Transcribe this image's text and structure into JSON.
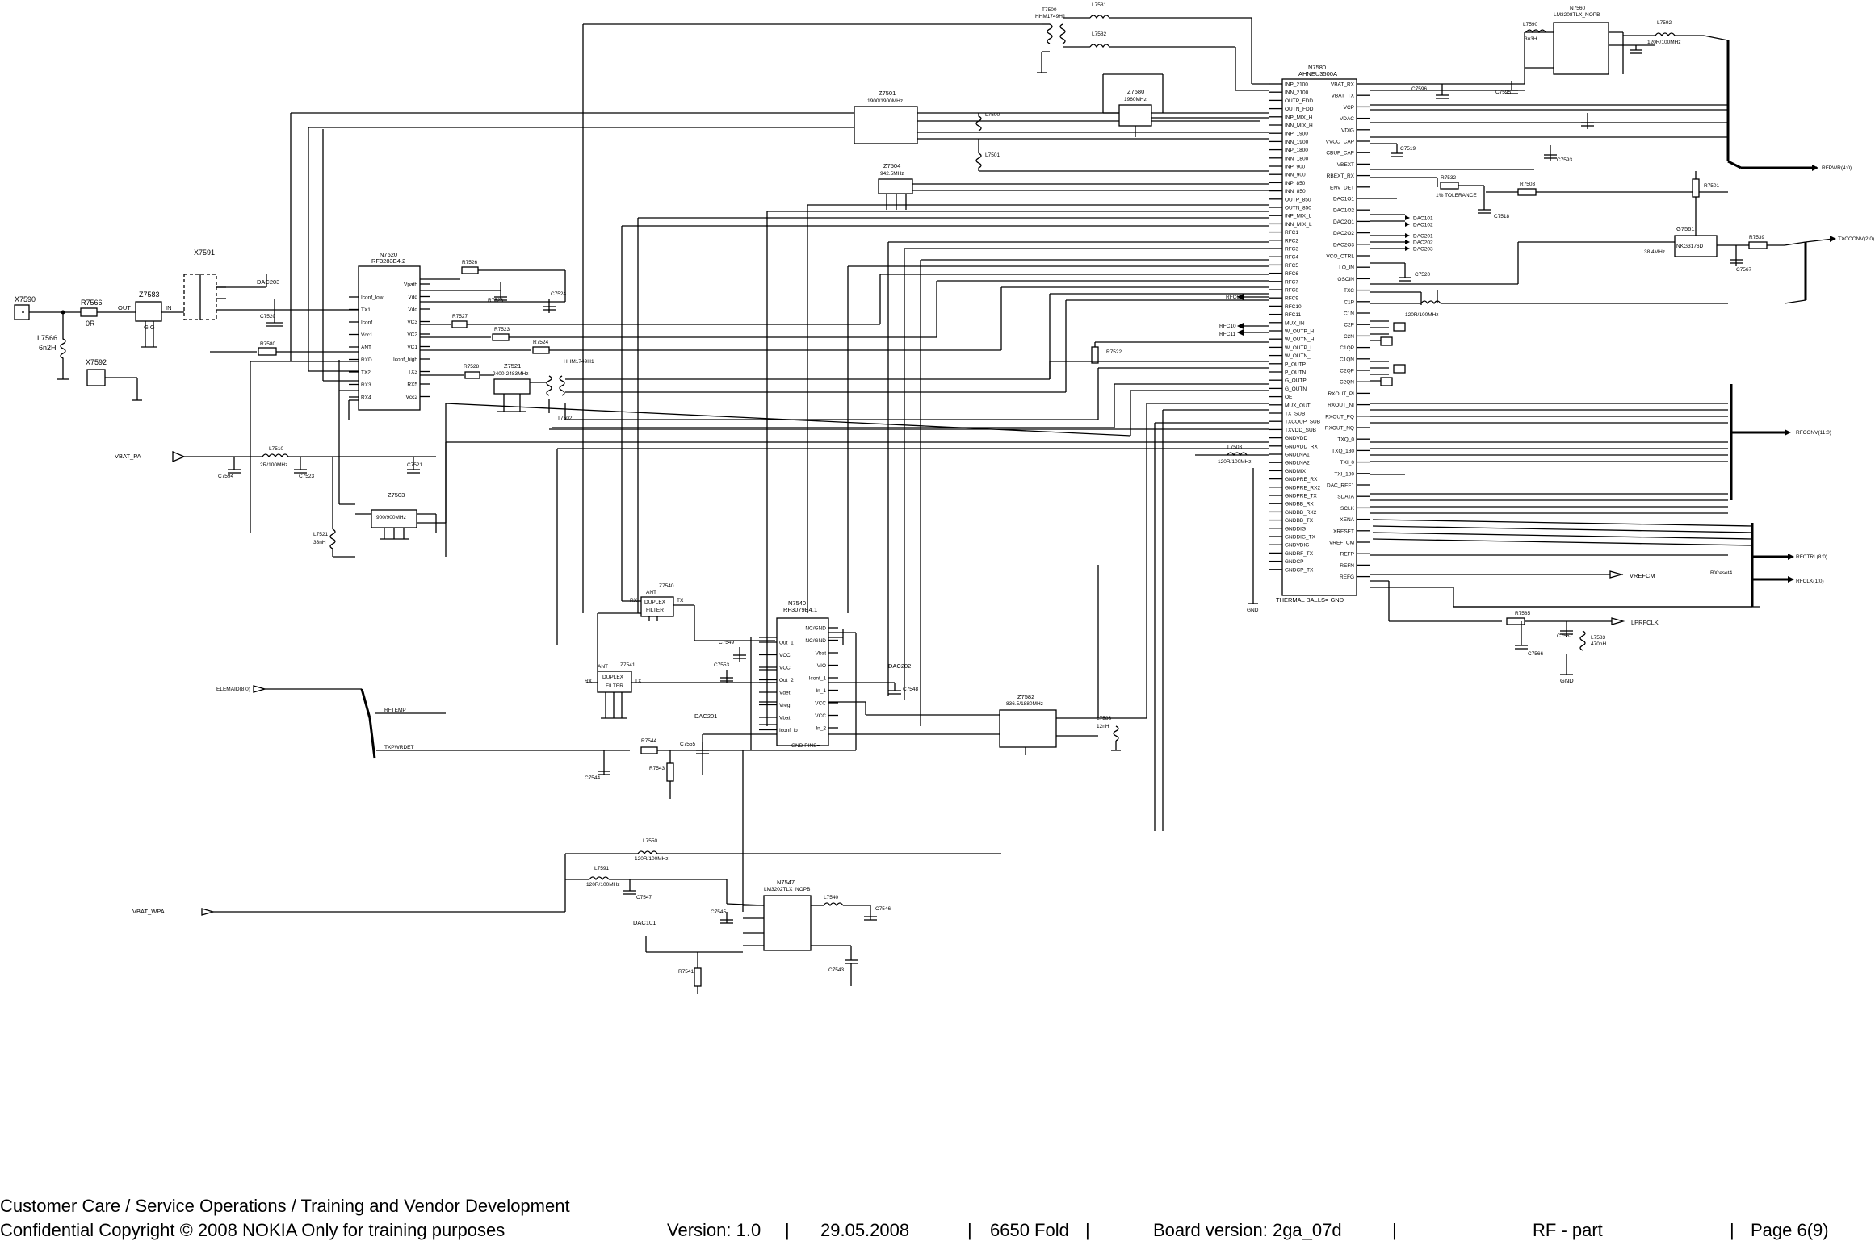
{
  "footer": {
    "line1": "Customer Care / Service Operations / Training and Vendor Development",
    "line2": "Confidential Copyright © 2008 NOKIA Only for training purposes",
    "version": "Version: 1.0",
    "date": "29.05.2008",
    "product": "6650 Fold",
    "board": "Board version: 2ga_07d",
    "section": "RF - part",
    "page": "Page 6(9)",
    "sep": "|"
  },
  "signals": {
    "vbat_pa": "VBAT_PA",
    "vbat_wpa": "VBAT_WPA",
    "elemaid": "ELEMAID(8:0)",
    "rfpwr": "RFPWR(4:0)",
    "txcconv": "TXCCONV(2:0)",
    "rfconv": "RFCONV(11:0)",
    "rfctrl": "RFCTRL(8:0)",
    "rfclk": "RFCLK(1:0)",
    "vrefcm": "VREFCM",
    "lpirfclk": "LPRFCLK",
    "gnd": "GND",
    "rftemp": "RFTEMP",
    "txpwrdet": "TXPWRDET",
    "dac203": "DAC203",
    "dac202": "DAC202",
    "dac201": "DAC201",
    "dac101": "DAC101",
    "rfic_rx": "RXreset4",
    "rfc_a": "RFC6",
    "rfc_b": "RFC10",
    "rfc_c": "RFC11"
  },
  "parts": {
    "x7590": "X7590",
    "x7591": "X7591",
    "x7592": "X7592",
    "r7566": "R7566",
    "r7566_val": "0R",
    "l7566": "L7566",
    "l7566_val": "6n2H",
    "z7583": "Z7583",
    "z7583_out": "OUT",
    "z7583_in": "IN",
    "z7583_g": "G G",
    "n7520": "N7520",
    "n7520_val": "RF3283E4.2",
    "n7580": "N7580",
    "n7580_val": "AHNEU3500A",
    "n7560": "N7560",
    "n7560_val": "LM3208TLX_NOPB",
    "n7540": "N7540",
    "n7540_val": "RF3079E4.1",
    "n7547": "N7547",
    "n7547_val": "LM3202TLX_NOPB",
    "z7501": "Z7501",
    "z7501_val": "1900/1900MHz",
    "z7504": "Z7504",
    "z7504_val": "942.5MHz",
    "z7580": "Z7580",
    "z7580_val": "1960MHz",
    "z7503": "Z7503",
    "z7503_val": "900/900MHz",
    "z7521": "Z7521",
    "z7521_val": "2400-2483MHz",
    "z7540": "Z7540",
    "z7541": "Z7541",
    "z7582": "Z7582",
    "z7582_val": "836.5/1880MHz",
    "duplex": "DUPLEX",
    "filter": "FILTER",
    "ant": "ANT",
    "rx": "RX",
    "tx": "TX",
    "g7561": "G7561",
    "g7561_val": "NKG3176D",
    "g7561_freq": "38.4MHz",
    "t7500": "T7500",
    "t7500_val": "HHM1749H1",
    "t7502": "T7502",
    "l7581": "L7581",
    "l7582": "L7582",
    "l7500": "L7500",
    "l7501": "L7501",
    "l7510": "L7510",
    "l7510_val": "2R/100MHz",
    "l7521": "L7521",
    "l7521_val": "33nH",
    "l7503": "L7503",
    "l7503_val": "120R/100MHz",
    "l7586": "L7586",
    "l7586_val": "12nH",
    "l7592": "L7592",
    "l7590": "L7590",
    "l7590_val": "3u3H",
    "l7591": "L7591",
    "l7550": "L7550",
    "l7550_val": "120R/100MHz",
    "l7540": "L7540",
    "l7583": "L7583",
    "l7583_val": "470nH",
    "r7526": "R7526",
    "r7527": "R7527",
    "r7523": "R7523",
    "r7524": "R7524",
    "r7528": "R7528",
    "r7580": "R7580",
    "r7522": "R7522",
    "r7532": "R7532",
    "r7503": "R7503",
    "r7539": "R7539",
    "r7501": "R7501",
    "r7544": "R7544",
    "r7543": "R7543",
    "r7541": "R7541",
    "r7585": "R7585",
    "c7520": "C7520",
    "c7524": "C7524",
    "c7521": "C7521",
    "c7523": "C7523",
    "c7594": "C7594",
    "c7544": "C7544",
    "c7548": "C7548",
    "c7549": "C7549",
    "c7553": "C7553",
    "c7555": "C7555",
    "c7546": "C7546",
    "c7543": "C7543",
    "c7547": "C7547",
    "c7545": "C7545",
    "c7566": "C7566",
    "c7567": "C7567",
    "c7593": "C7593",
    "c7595": "C7595",
    "c7596": "C7596",
    "c7519": "C7519",
    "c7518": "C7518",
    "tol": "1% TOLERANCE",
    "thermal": "THERMAL BALLS= GND",
    "gndpins": "GND PINS="
  },
  "rfic_left_pins": [
    "INP_2100",
    "INN_2100",
    "OUTP_FDD",
    "OUTN_FDD",
    "INP_MIX_H",
    "INN_MIX_H",
    "INP_1900",
    "INN_1900",
    "INP_1800",
    "INN_1800",
    "INP_900",
    "INN_900",
    "INP_850",
    "INN_850",
    "OUTP_850",
    "OUTN_850",
    "INP_MIX_L",
    "INN_MIX_L",
    "RFC1",
    "RFC2",
    "RFC3",
    "RFC4",
    "RFC5",
    "RFC6",
    "RFC7",
    "RFC8",
    "RFC9",
    "RFC10",
    "RFC11",
    "MUX_IN",
    "W_OUTP_H",
    "W_OUTN_H",
    "W_OUTP_L",
    "W_OUTN_L",
    "P_OUTP",
    "P_OUTN",
    "G_OUTP",
    "G_OUTN",
    "OET",
    "MUX_OUT",
    "TX_SUB",
    "TXCOUP_SUB",
    "TXVDD_SUB",
    "GNDVDD",
    "GNDVDD_RX",
    "GNDLNA1",
    "GNDLNA2",
    "GNDMIX",
    "GNDPRE_RX",
    "GNDPRE_RX2",
    "GNDPRE_TX",
    "GNDBB_RX",
    "GNDBB_RX2",
    "GNDBB_TX",
    "GNDDIG",
    "GNDDIG_TX",
    "GNDVDIG",
    "GNDRF_TX",
    "GNDCP",
    "GNDCP_TX"
  ],
  "rfic_right_pins": [
    "VBAT_RX",
    "VBAT_TX",
    "VCP",
    "VDAC",
    "VDIG",
    "VVCO_CAP",
    "CBUF_CAP",
    "VBEXT",
    "RBEXT_RX",
    "ENV_DET",
    "DAC1O1",
    "DAC1O2",
    "DAC2O1",
    "DAC2O2",
    "DAC2O3",
    "VCO_CTRL",
    "LO_IN",
    "OSCIN",
    "TXC",
    "C1P",
    "C1N",
    "C2P",
    "C2N",
    "C1QP",
    "C1QN",
    "C2QP",
    "C2QN",
    "RXOUT_PI",
    "RXOUT_NI",
    "RXOUT_PQ",
    "RXOUT_NQ",
    "TXQ_0",
    "TXQ_180",
    "TXI_0",
    "TXI_180",
    "DAC_REF1",
    "SDATA",
    "SCLK",
    "XENA",
    "XRESET",
    "VREF_CM",
    "REFP",
    "REFN",
    "REFG"
  ],
  "pa_pins_left": [
    "Out_1",
    "VCC",
    "VCC",
    "Out_2",
    "Vdet",
    "Vreg",
    "Vbat",
    "Iconf_lo"
  ],
  "pa_pins_right": [
    "NC/GND",
    "NC/GND",
    "Vbat",
    "VIO",
    "Iconf_1",
    "In_1",
    "VCC",
    "VCC",
    "In_2"
  ],
  "n7520_left_pins": [
    "Iconf_low",
    "TX1",
    "Iconf",
    "Vcc1",
    "ANT",
    "RXD",
    "TX2",
    "RX3",
    "RX4"
  ],
  "n7520_right_pins": [
    "Vpath",
    "Vdd",
    "Vdd",
    "VC3",
    "VC2",
    "VC1",
    "Iconf_high",
    "TX3",
    "RX5",
    "Vcc2"
  ],
  "dac_outs": [
    "DAC101",
    "DAC102",
    "DAC201",
    "DAC202",
    "DAC203"
  ]
}
